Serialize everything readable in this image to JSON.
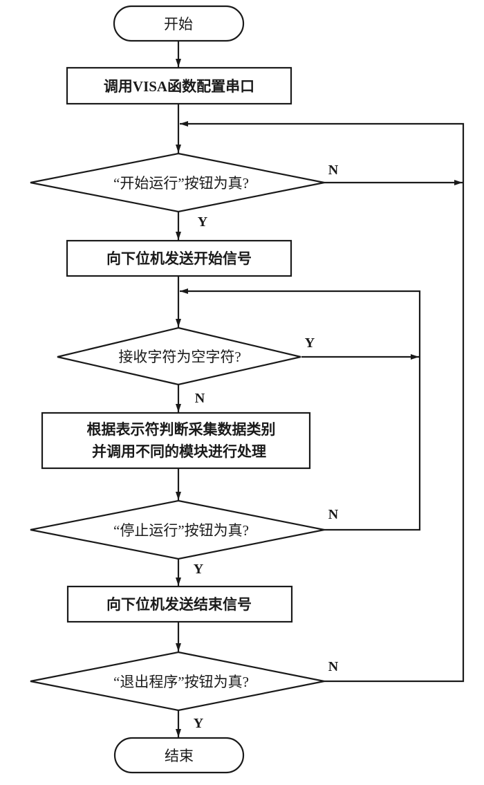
{
  "diagram": {
    "type": "flowchart",
    "nodes": [
      {
        "id": "start",
        "kind": "terminator",
        "lines": [
          "开始"
        ]
      },
      {
        "id": "config_serial",
        "kind": "process",
        "lines": [
          "调用VISA函数配置串口"
        ]
      },
      {
        "id": "start_button",
        "kind": "decision",
        "lines": [
          "“开始运行”按钮为真?"
        ]
      },
      {
        "id": "send_start",
        "kind": "process",
        "lines": [
          "向下位机发送开始信号"
        ]
      },
      {
        "id": "empty_char",
        "kind": "decision",
        "lines": [
          "接收字符为空字符?"
        ]
      },
      {
        "id": "process_data",
        "kind": "process",
        "lines": [
          "根据表示符判断采集数据类别",
          "并调用不同的模块进行处理"
        ]
      },
      {
        "id": "stop_button",
        "kind": "decision",
        "lines": [
          "“停止运行”按钮为真?"
        ]
      },
      {
        "id": "send_end",
        "kind": "process",
        "lines": [
          "向下位机发送结束信号"
        ]
      },
      {
        "id": "exit_button",
        "kind": "decision",
        "lines": [
          "“退出程序”按钮为真?"
        ]
      },
      {
        "id": "end",
        "kind": "terminator",
        "lines": [
          "结束"
        ]
      }
    ],
    "edges": [
      {
        "from": "start",
        "to": "config_serial",
        "label": ""
      },
      {
        "from": "config_serial",
        "to": "start_button",
        "label": ""
      },
      {
        "from": "start_button",
        "to": "send_start",
        "label": "Y"
      },
      {
        "from": "start_button",
        "to": "start_button",
        "label": "N"
      },
      {
        "from": "send_start",
        "to": "empty_char",
        "label": ""
      },
      {
        "from": "empty_char",
        "to": "process_data",
        "label": "N"
      },
      {
        "from": "empty_char",
        "to": "empty_char",
        "label": "Y"
      },
      {
        "from": "process_data",
        "to": "stop_button",
        "label": ""
      },
      {
        "from": "stop_button",
        "to": "empty_char",
        "label": "N"
      },
      {
        "from": "stop_button",
        "to": "send_end",
        "label": "Y"
      },
      {
        "from": "send_end",
        "to": "exit_button",
        "label": ""
      },
      {
        "from": "exit_button",
        "to": "start_button",
        "label": "N"
      },
      {
        "from": "exit_button",
        "to": "end",
        "label": "Y"
      }
    ],
    "labels": {
      "yes": "Y",
      "no": "N"
    }
  }
}
